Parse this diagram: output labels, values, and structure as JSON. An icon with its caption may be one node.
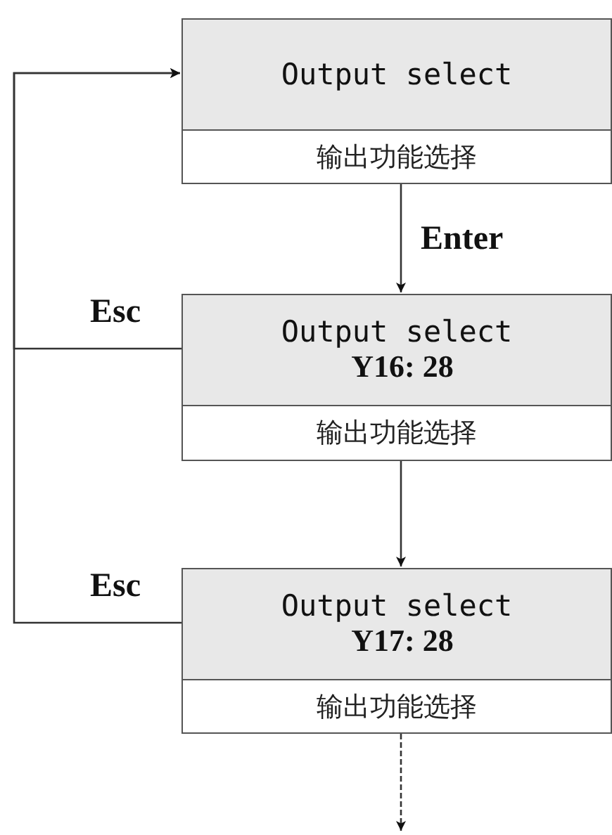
{
  "diagram": {
    "nodes": [
      {
        "text": [
          "Output select",
          "输出功能选择"
        ]
      },
      {
        "text": [
          "Output select",
          "Y16: 28",
          "输出功能选择"
        ]
      },
      {
        "text": [
          "Output select",
          "Y17: 28",
          "输出功能选择"
        ]
      }
    ],
    "edges": [
      {
        "from": 0,
        "to": 1,
        "arrow": "to",
        "label": "Enter"
      },
      {
        "from": 1,
        "to": 2,
        "arrow": "to"
      },
      {
        "from": 1,
        "to": 0,
        "arrow": "to",
        "label": "Esc"
      },
      {
        "from": 2,
        "to": 0,
        "arrow": "to",
        "label": "Esc"
      },
      {
        "from": 2,
        "to": null,
        "arrow": "to",
        "style": "dashed"
      }
    ]
  }
}
